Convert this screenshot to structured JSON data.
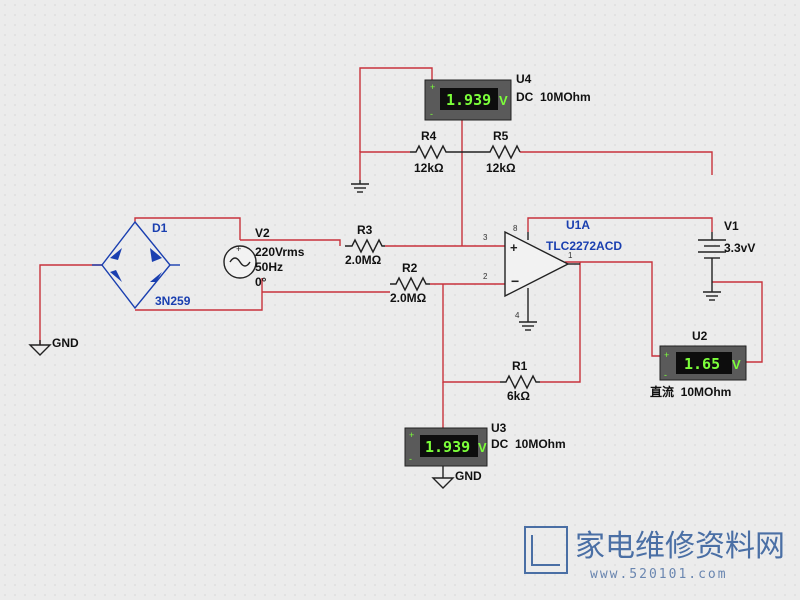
{
  "components": {
    "d1": {
      "ref": "D1",
      "value": "3N259"
    },
    "v2": {
      "ref": "V2",
      "amplitude": "220Vrms",
      "frequency": "50Hz",
      "phase": "0°"
    },
    "r3": {
      "ref": "R3",
      "value": "2.0MΩ"
    },
    "r2": {
      "ref": "R2",
      "value": "2.0MΩ"
    },
    "r4": {
      "ref": "R4",
      "value": "12kΩ"
    },
    "r5": {
      "ref": "R5",
      "value": "12kΩ"
    },
    "r1": {
      "ref": "R1",
      "value": "6kΩ"
    },
    "u1a": {
      "ref": "U1A",
      "part": "TLC2272ACD",
      "pins": {
        "p3": "3",
        "p2": "2",
        "p8": "8",
        "p4": "4",
        "p1": "1"
      }
    },
    "v1": {
      "ref": "V1",
      "value": "3.3vV"
    },
    "gnd_left": {
      "label": "GND"
    },
    "gnd_u3": {
      "label": "GND"
    }
  },
  "meters": {
    "u4": {
      "ref": "U4",
      "reading": "1.939",
      "unit": "V",
      "mode": "DC  10MOhm",
      "plus": "+",
      "minus": "-"
    },
    "u2": {
      "ref": "U2",
      "reading": "1.65",
      "unit": "V",
      "mode": "直流  10MOhm",
      "plus": "+",
      "minus": "-"
    },
    "u3": {
      "ref": "U3",
      "reading": "1.939",
      "unit": "V",
      "mode": "DC  10MOhm",
      "plus": "+",
      "minus": "-"
    }
  },
  "watermark": {
    "site": "家电维修资料网",
    "url": "www.520101.com"
  },
  "colors": {
    "wire": "#c8323c",
    "meter_bg": "#0d0d0d",
    "meter_text": "#7cff3a",
    "diode": "#1a3fb0"
  }
}
